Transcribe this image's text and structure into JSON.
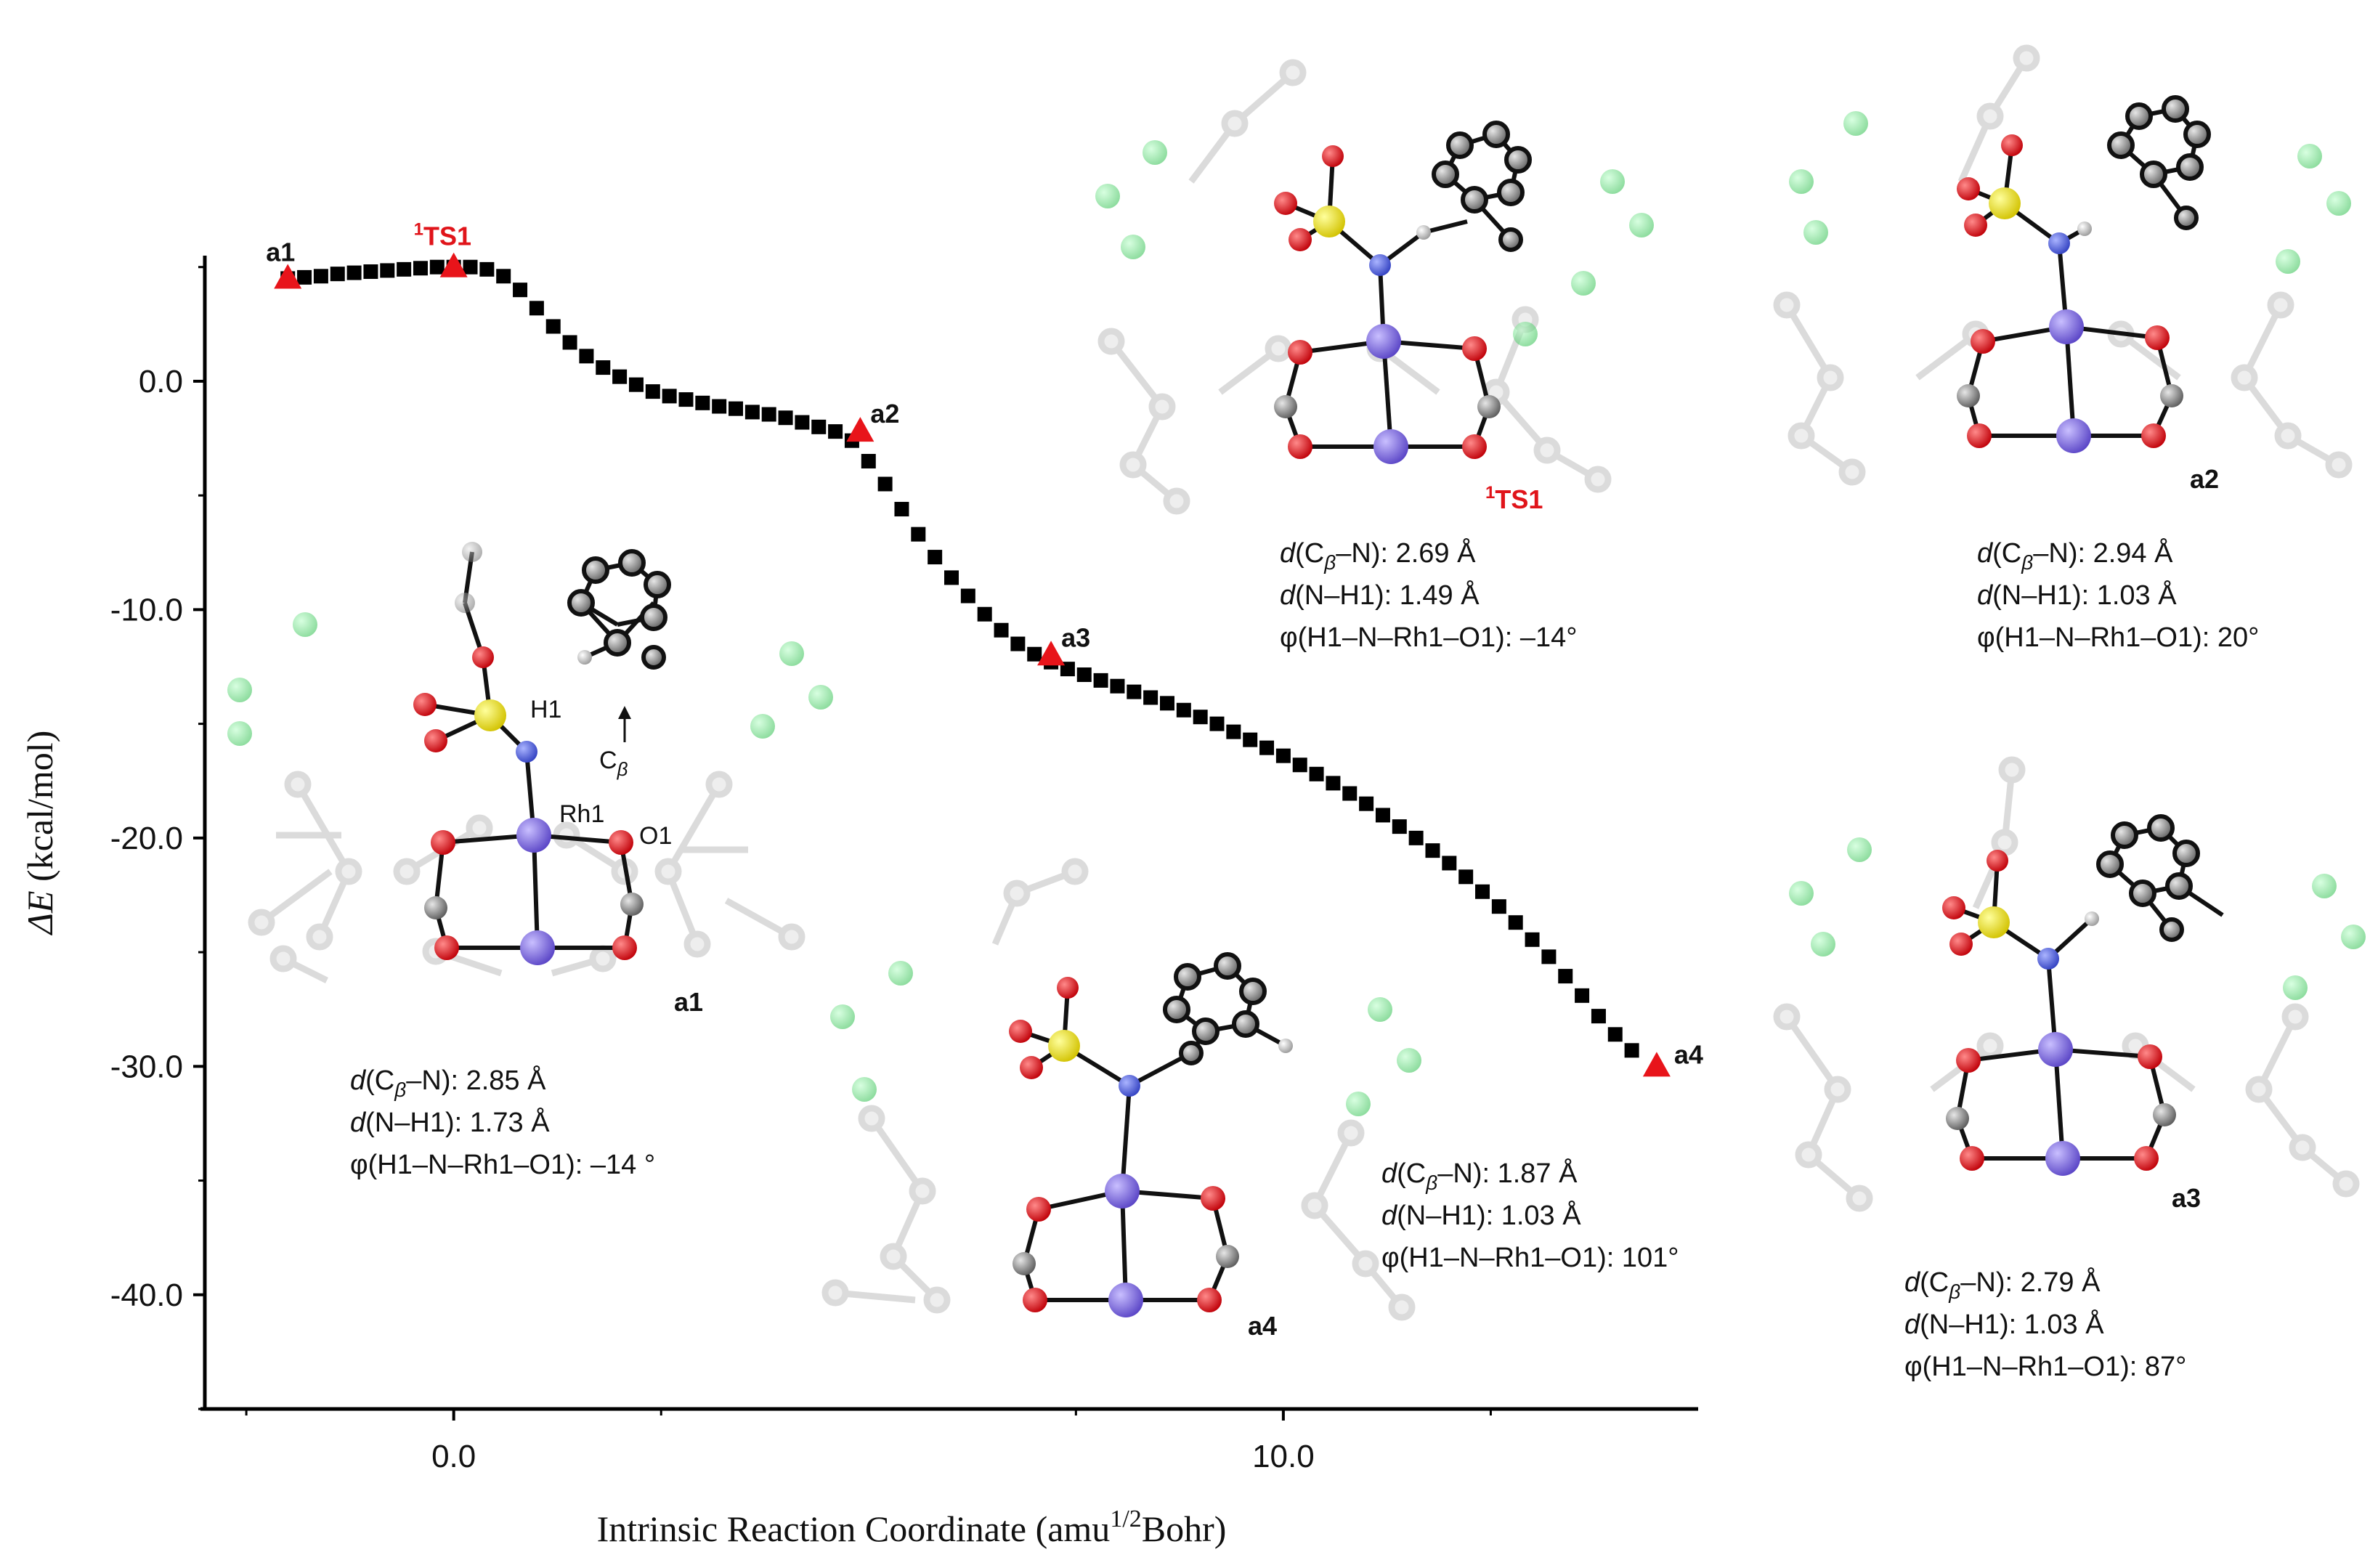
{
  "colors": {
    "accent_red": "#e8141a",
    "marker_black": "#000000",
    "atom_rh": "#7b68d6",
    "atom_o": "#e0141a",
    "atom_s": "#f2e41b",
    "atom_n": "#4a5bd4",
    "atom_f": "#3ccf5a",
    "atom_c": "#7a7a7a"
  },
  "chart_data": {
    "type": "scatter",
    "xlabel": "Intrinsic Reaction Coordinate (amu",
    "xlabel_sup": "1/2",
    "xlabel_suffix": "Bohr)",
    "ylabel_symbol": "ΔE",
    "ylabel_unit": " (kcal/mol)",
    "xlim": [
      -3.0,
      15.0
    ],
    "ylim": [
      -45.0,
      5.5
    ],
    "x_ticks": [
      0.0,
      10.0
    ],
    "x_tick_labels": [
      "0.0",
      "10.0"
    ],
    "y_ticks": [
      0.0,
      -10.0,
      -20.0,
      -30.0,
      -40.0
    ],
    "y_tick_labels": [
      "0.0",
      "-10.0",
      "-20.0",
      "-30.0",
      "-40.0"
    ],
    "series": [
      {
        "marker": "square",
        "x": [
          -2.0,
          -1.8,
          -1.6,
          -1.4,
          -1.2,
          -1.0,
          -0.8,
          -0.6,
          -0.4,
          -0.2,
          0.0,
          0.2,
          0.4,
          0.6,
          0.8,
          1.0,
          1.2,
          1.4,
          1.6,
          1.8,
          2.0,
          2.2,
          2.4,
          2.6,
          2.8,
          3.0,
          3.2,
          3.4,
          3.6,
          3.8,
          4.0,
          4.2,
          4.4,
          4.6,
          4.8,
          5.0,
          5.2,
          5.4,
          5.6,
          5.8,
          6.0,
          6.2,
          6.4,
          6.6,
          6.8,
          7.0,
          7.2,
          7.4,
          7.6,
          7.8,
          8.0,
          8.2,
          8.4,
          8.6,
          8.8,
          9.0,
          9.2,
          9.4,
          9.6,
          9.8,
          10.0,
          10.2,
          10.4,
          10.6,
          10.8,
          11.0,
          11.2,
          11.4,
          11.6,
          11.8,
          12.0,
          12.2,
          12.4,
          12.6,
          12.8,
          13.0,
          13.2,
          13.4,
          13.6,
          13.8,
          14.0,
          14.2
        ],
        "y": [
          4.5,
          4.55,
          4.6,
          4.7,
          4.75,
          4.8,
          4.85,
          4.9,
          4.95,
          5.0,
          5.0,
          5.0,
          4.9,
          4.6,
          4.0,
          3.2,
          2.4,
          1.7,
          1.1,
          0.6,
          0.2,
          -0.15,
          -0.45,
          -0.65,
          -0.8,
          -0.95,
          -1.1,
          -1.2,
          -1.35,
          -1.45,
          -1.6,
          -1.8,
          -2.0,
          -2.2,
          -2.6,
          -3.5,
          -4.5,
          -5.6,
          -6.7,
          -7.7,
          -8.6,
          -9.4,
          -10.2,
          -10.9,
          -11.5,
          -11.95,
          -12.3,
          -12.6,
          -12.85,
          -13.1,
          -13.35,
          -13.6,
          -13.85,
          -14.1,
          -14.4,
          -14.7,
          -15.0,
          -15.35,
          -15.7,
          -16.05,
          -16.4,
          -16.8,
          -17.2,
          -17.6,
          -18.05,
          -18.5,
          -19.0,
          -19.5,
          -20.0,
          -20.55,
          -21.1,
          -21.7,
          -22.35,
          -23.0,
          -23.7,
          -24.45,
          -25.2,
          -26.05,
          -26.9,
          -27.8,
          -28.6,
          -29.3
        ]
      }
    ],
    "annotations": [
      {
        "label": "a1",
        "x": -2.0,
        "y": 4.5,
        "red": false
      },
      {
        "label": "TS1",
        "sup": "1",
        "x": 0.0,
        "y": 5.0,
        "red": true
      },
      {
        "label": "a2",
        "x": 4.9,
        "y": -2.2,
        "red": false
      },
      {
        "label": "a3",
        "x": 7.2,
        "y": -12.0,
        "red": false
      },
      {
        "label": "a4",
        "x": 14.5,
        "y": -30.0,
        "red": false
      }
    ]
  },
  "structures": {
    "a1": {
      "name": "a1",
      "atoms": {
        "h1": "H1",
        "cb": "C",
        "cb_sub": "β",
        "rh1": "Rh1",
        "o1": "O1"
      },
      "params": [
        {
          "pre": "d",
          "mid": "(C",
          "sub": "β",
          "post": "–N): 2.85 Å"
        },
        {
          "pre": "d",
          "mid": "(N–H1): 1.73 Å",
          "sub": "",
          "post": ""
        },
        {
          "pre": "",
          "mid": "φ(H1–N–Rh1–O1): –14 °",
          "sub": "",
          "post": ""
        }
      ]
    },
    "ts1": {
      "name_sup": "1",
      "name": "TS1",
      "params": [
        {
          "pre": "d",
          "mid": "(C",
          "sub": "β",
          "post": "–N): 2.69 Å"
        },
        {
          "pre": "d",
          "mid": "(N–H1): 1.49 Å",
          "sub": "",
          "post": ""
        },
        {
          "pre": "",
          "mid": "φ(H1–N–Rh1–O1): –14°",
          "sub": "",
          "post": ""
        }
      ]
    },
    "a2": {
      "name": "a2",
      "params": [
        {
          "pre": "d",
          "mid": "(C",
          "sub": "β",
          "post": "–N): 2.94 Å"
        },
        {
          "pre": "d",
          "mid": "(N–H1): 1.03 Å",
          "sub": "",
          "post": ""
        },
        {
          "pre": "",
          "mid": "φ(H1–N–Rh1–O1): 20°",
          "sub": "",
          "post": ""
        }
      ]
    },
    "a4": {
      "name": "a4",
      "params": [
        {
          "pre": "d",
          "mid": "(C",
          "sub": "β",
          "post": "–N): 1.87 Å"
        },
        {
          "pre": "d",
          "mid": "(N–H1): 1.03 Å",
          "sub": "",
          "post": ""
        },
        {
          "pre": "",
          "mid": "φ(H1–N–Rh1–O1): 101°",
          "sub": "",
          "post": ""
        }
      ]
    },
    "a3": {
      "name": "a3",
      "params": [
        {
          "pre": "d",
          "mid": "(C",
          "sub": "β",
          "post": "–N): 2.79 Å"
        },
        {
          "pre": "d",
          "mid": "(N–H1): 1.03 Å",
          "sub": "",
          "post": ""
        },
        {
          "pre": "",
          "mid": "φ(H1–N–Rh1–O1): 87°",
          "sub": "",
          "post": ""
        }
      ]
    }
  }
}
